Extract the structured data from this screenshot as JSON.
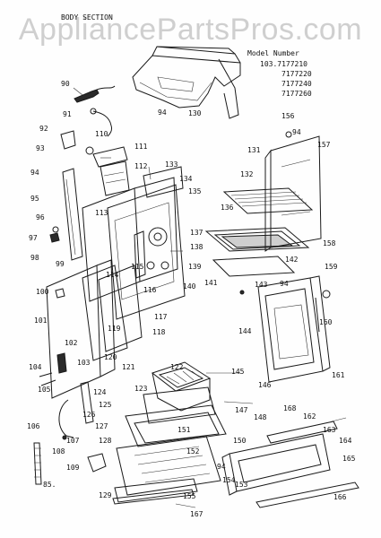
{
  "section_title": "BODY SECTION",
  "watermark": "AppliancePartsPros.com",
  "model_heading": "Model Number",
  "model_numbers": [
    "103.7177210",
    "7177220",
    "7177240",
    "7177260"
  ],
  "page_code": "85.",
  "part_labels": [
    "90",
    "91",
    "92",
    "93",
    "94",
    "95",
    "96",
    "97",
    "98",
    "99",
    "100",
    "101",
    "102",
    "103",
    "104",
    "105",
    "106",
    "107",
    "108",
    "109",
    "110",
    "111",
    "112",
    "113",
    "114",
    "115",
    "116",
    "117",
    "118",
    "119",
    "120",
    "121",
    "122",
    "123",
    "124",
    "125",
    "126",
    "127",
    "128",
    "129",
    "130",
    "131",
    "132",
    "133",
    "134",
    "135",
    "136",
    "137",
    "138",
    "139",
    "140",
    "141",
    "142",
    "143",
    "144",
    "145",
    "146",
    "147",
    "148",
    "150",
    "151",
    "152",
    "153",
    "154",
    "155",
    "156",
    "157",
    "158",
    "159",
    "160",
    "161",
    "162",
    "163",
    "164",
    "165",
    "166",
    "167",
    "168"
  ]
}
